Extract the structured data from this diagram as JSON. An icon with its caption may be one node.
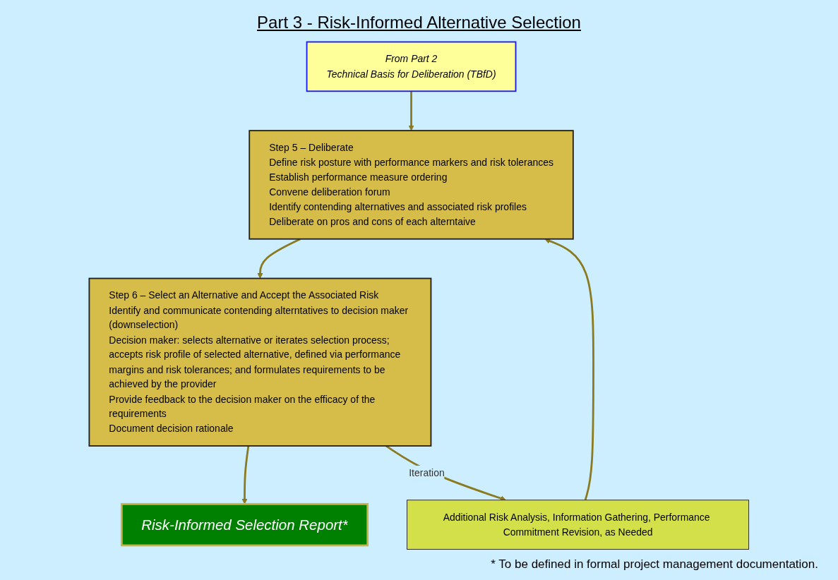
{
  "diagram": {
    "title": "Part 3 - Risk-Informed Alternative Selection",
    "nodes": [
      {
        "text": [
          "From Part 2",
          "Technical Basis for Deliberation (TBfD)"
        ]
      },
      {
        "text": [
          "Risk-Informed Selection Report*"
        ]
      },
      {
        "text": [
          "Step 5 – Deliberate",
          "Define risk posture with performance markers and risk tolerances",
          "Establish performance measure ordering",
          "Convene deliberation forum",
          "Identify contending alternatives and associated risk profiles",
          "Deliberate on pros and cons of each alterntaive"
        ]
      },
      {
        "text": [
          "Step 6 – Select an Alternative and Accept the Associated Risk",
          "Identify and communicate contending alterntatives to decision maker (downselection)",
          "Decision maker: selects alternative or iterates selection process; accepts risk profile of selected alternative, defined via performance margins and risk tolerances; and formulates requirements to be achieved by the provider",
          "Provide feedback to the decision maker on the efficacy of the requirements",
          "Document decision rationale"
        ]
      },
      {
        "text": [
          "Additional Risk Analysis, Information Gathering, Performance Commitment Revision, as Needed"
        ]
      }
    ],
    "edges": [
      {
        "from": 0,
        "to": 2,
        "arrow": "to"
      },
      {
        "from": 2,
        "to": 3,
        "arrow": "to"
      },
      {
        "from": 3,
        "to": 1,
        "arrow": "to"
      },
      {
        "from": 3,
        "to": 4,
        "arrow": "to",
        "label": "Iteration"
      },
      {
        "from": 4,
        "to": 2,
        "arrow": "to"
      }
    ],
    "labels": [
      "* To be defined in formal project management documentation."
    ]
  }
}
